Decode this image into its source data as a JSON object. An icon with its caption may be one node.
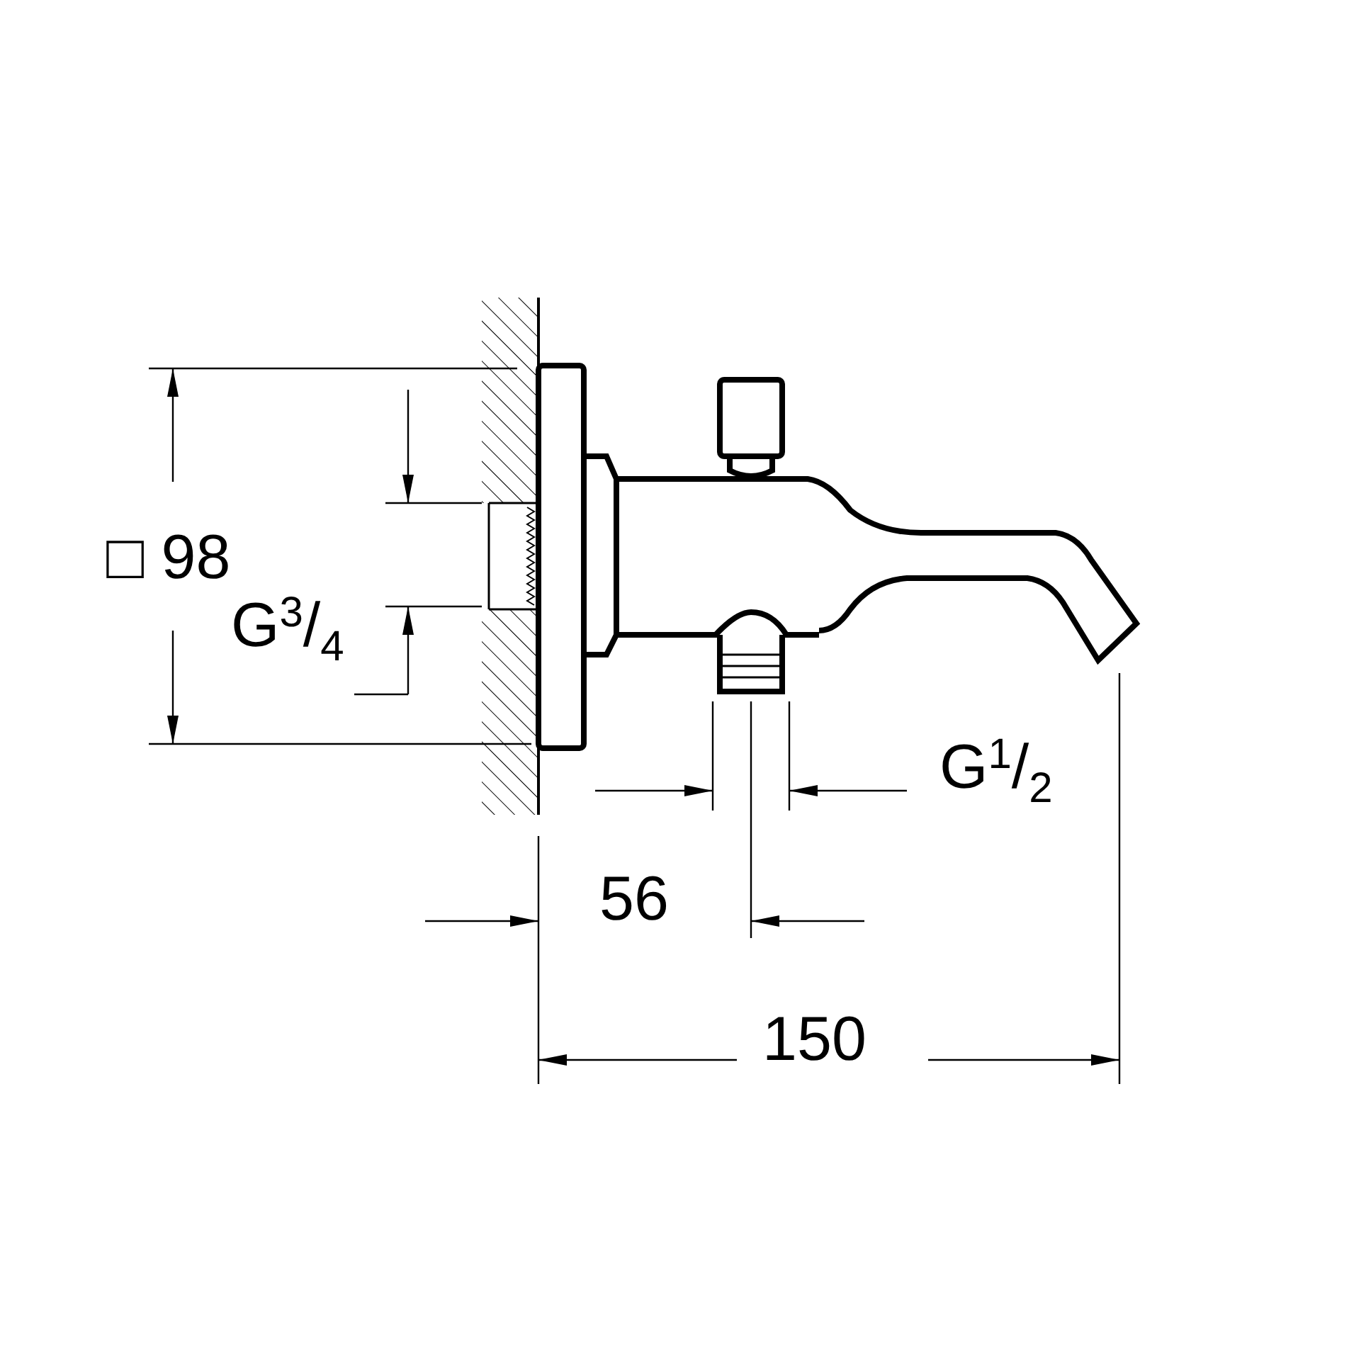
{
  "diagram": {
    "labels": [
      "□ 98",
      "G$^{3}$/$_{4}$",
      "G$^{1}$/$_{2}$",
      "56",
      "150"
    ]
  }
}
